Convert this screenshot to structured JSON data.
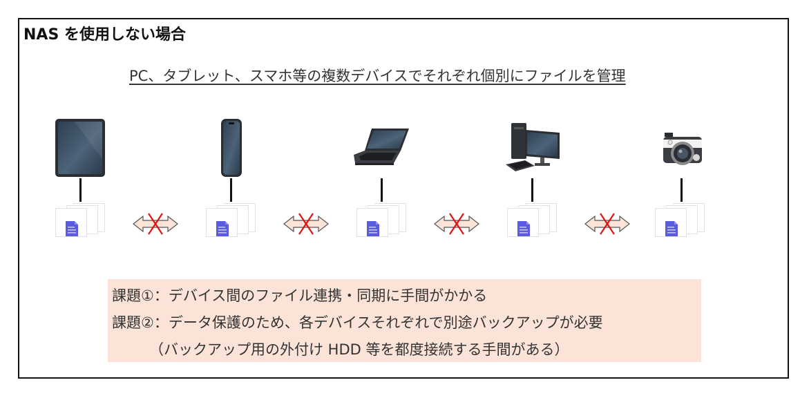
{
  "title": "NAS を使用しない場合",
  "subtitle": "PC、タブレット、スマホ等の複数デバイスでそれぞれ個別にファイルを管理",
  "devices": [
    {
      "name": "tablet",
      "icon": "tablet-icon"
    },
    {
      "name": "smartphone",
      "icon": "smartphone-icon"
    },
    {
      "name": "laptop",
      "icon": "laptop-icon"
    },
    {
      "name": "desktop",
      "icon": "desktop-pc-icon"
    },
    {
      "name": "camera",
      "icon": "camera-icon"
    }
  ],
  "issues": {
    "line1": "課題①：デバイス間のファイル連携・同期に手間がかかる",
    "line2": "課題②：データ保護のため、各デバイスそれぞれで別途バックアップが必要",
    "line3": "（バックアップ用の外付け HDD 等を都度接続する手間がある）"
  },
  "colors": {
    "issues_bg": "#fbe3d7",
    "arrow_fill": "#fbe3d7",
    "cross": "#e01010",
    "doc": "#5b5be0"
  }
}
